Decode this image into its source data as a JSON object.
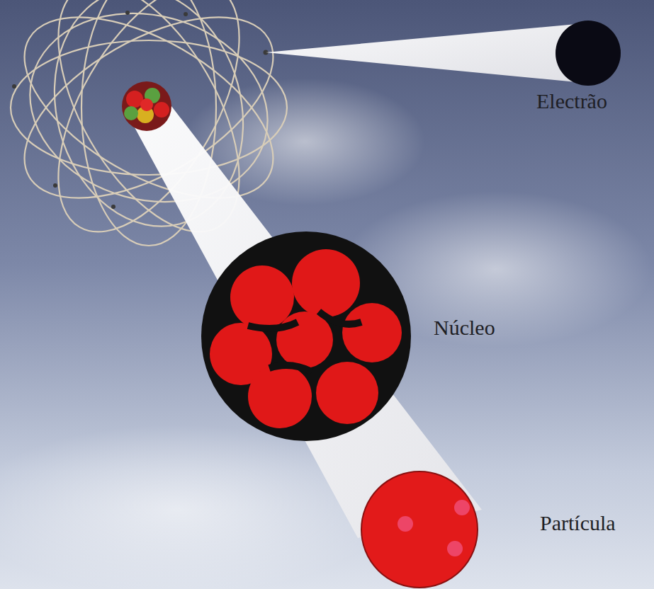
{
  "diagram": {
    "labels": [
      "Electrão",
      "Núcleo",
      "Partícula"
    ]
  }
}
